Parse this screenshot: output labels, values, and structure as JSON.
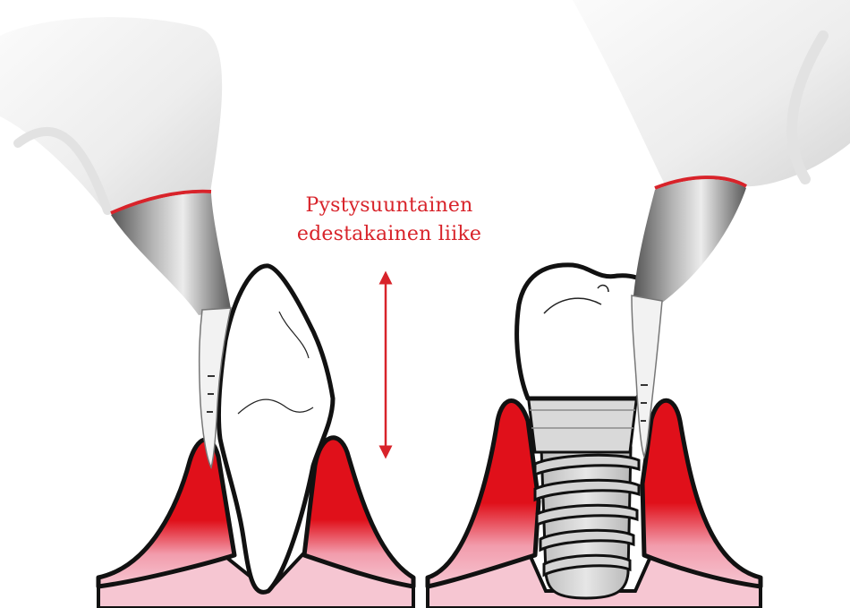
{
  "caption": {
    "line1": "Pystysuuntainen",
    "line2": "edestakainen liike"
  },
  "colors": {
    "accent_red": "#d8232a",
    "gum_red": "#e0101a",
    "gum_pink": "#f4bccb",
    "outline": "#111111",
    "implant_gray": "#cfcfcf",
    "handpiece_white": "#efefef",
    "tip_steel": "#8c8c8c"
  },
  "icons": {
    "left_scene": "scaler-on-natural-tooth",
    "right_scene": "scaler-on-implant",
    "motion_indicator": "double-headed-vertical-arrow"
  }
}
